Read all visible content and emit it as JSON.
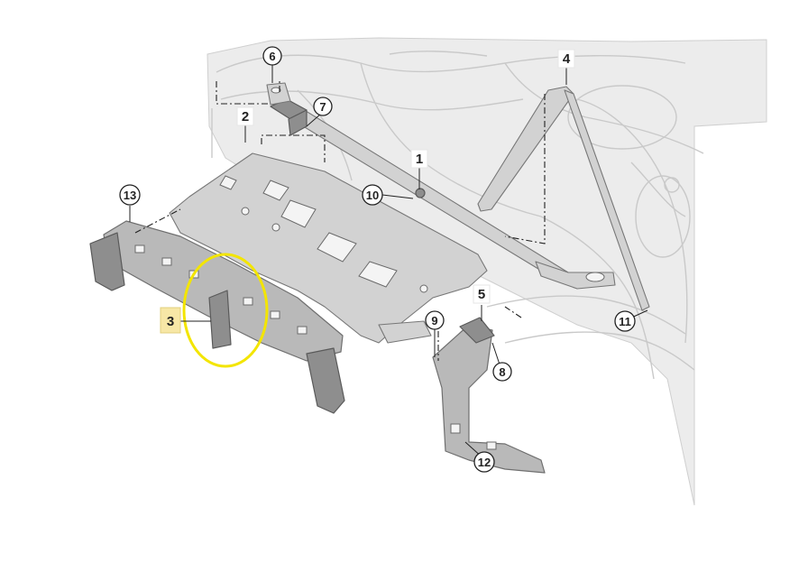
{
  "diagram": {
    "highlight_color": "#f3e500",
    "label_highlight_color": "#f7e7a6",
    "callouts": [
      {
        "id": "1",
        "text": "1",
        "style": "plain"
      },
      {
        "id": "2",
        "text": "2",
        "style": "plain"
      },
      {
        "id": "3",
        "text": "3",
        "style": "highlighted"
      },
      {
        "id": "4",
        "text": "4",
        "style": "plain"
      },
      {
        "id": "5",
        "text": "5",
        "style": "plain"
      },
      {
        "id": "6",
        "text": "6",
        "style": "circle"
      },
      {
        "id": "7",
        "text": "7",
        "style": "circle"
      },
      {
        "id": "8",
        "text": "8",
        "style": "circle"
      },
      {
        "id": "9",
        "text": "9",
        "style": "circle"
      },
      {
        "id": "10",
        "text": "10",
        "style": "circle"
      },
      {
        "id": "11",
        "text": "11",
        "style": "circle"
      },
      {
        "id": "12",
        "text": "12",
        "style": "circle"
      },
      {
        "id": "13",
        "text": "13",
        "style": "circle"
      }
    ]
  }
}
